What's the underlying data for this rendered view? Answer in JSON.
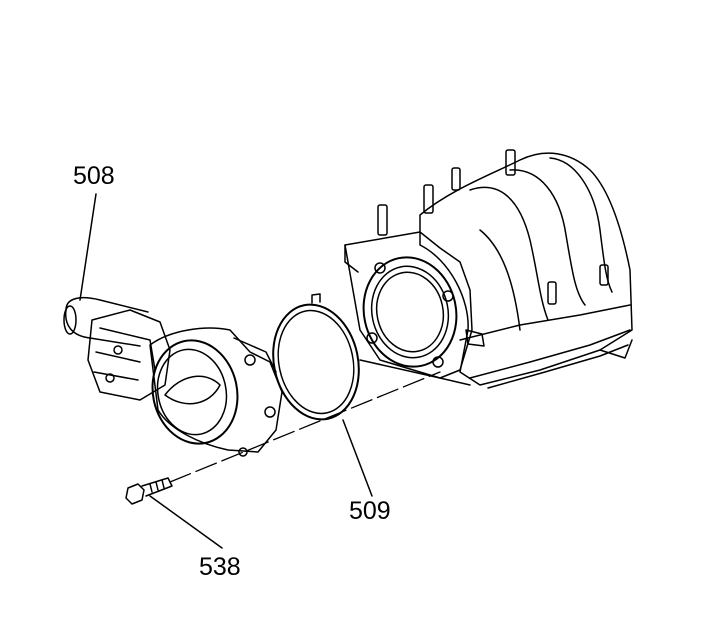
{
  "callouts": {
    "throttle_body": "508",
    "gasket": "509",
    "bolt": "538"
  },
  "colors": {
    "line": "#000000",
    "background": "#ffffff"
  }
}
